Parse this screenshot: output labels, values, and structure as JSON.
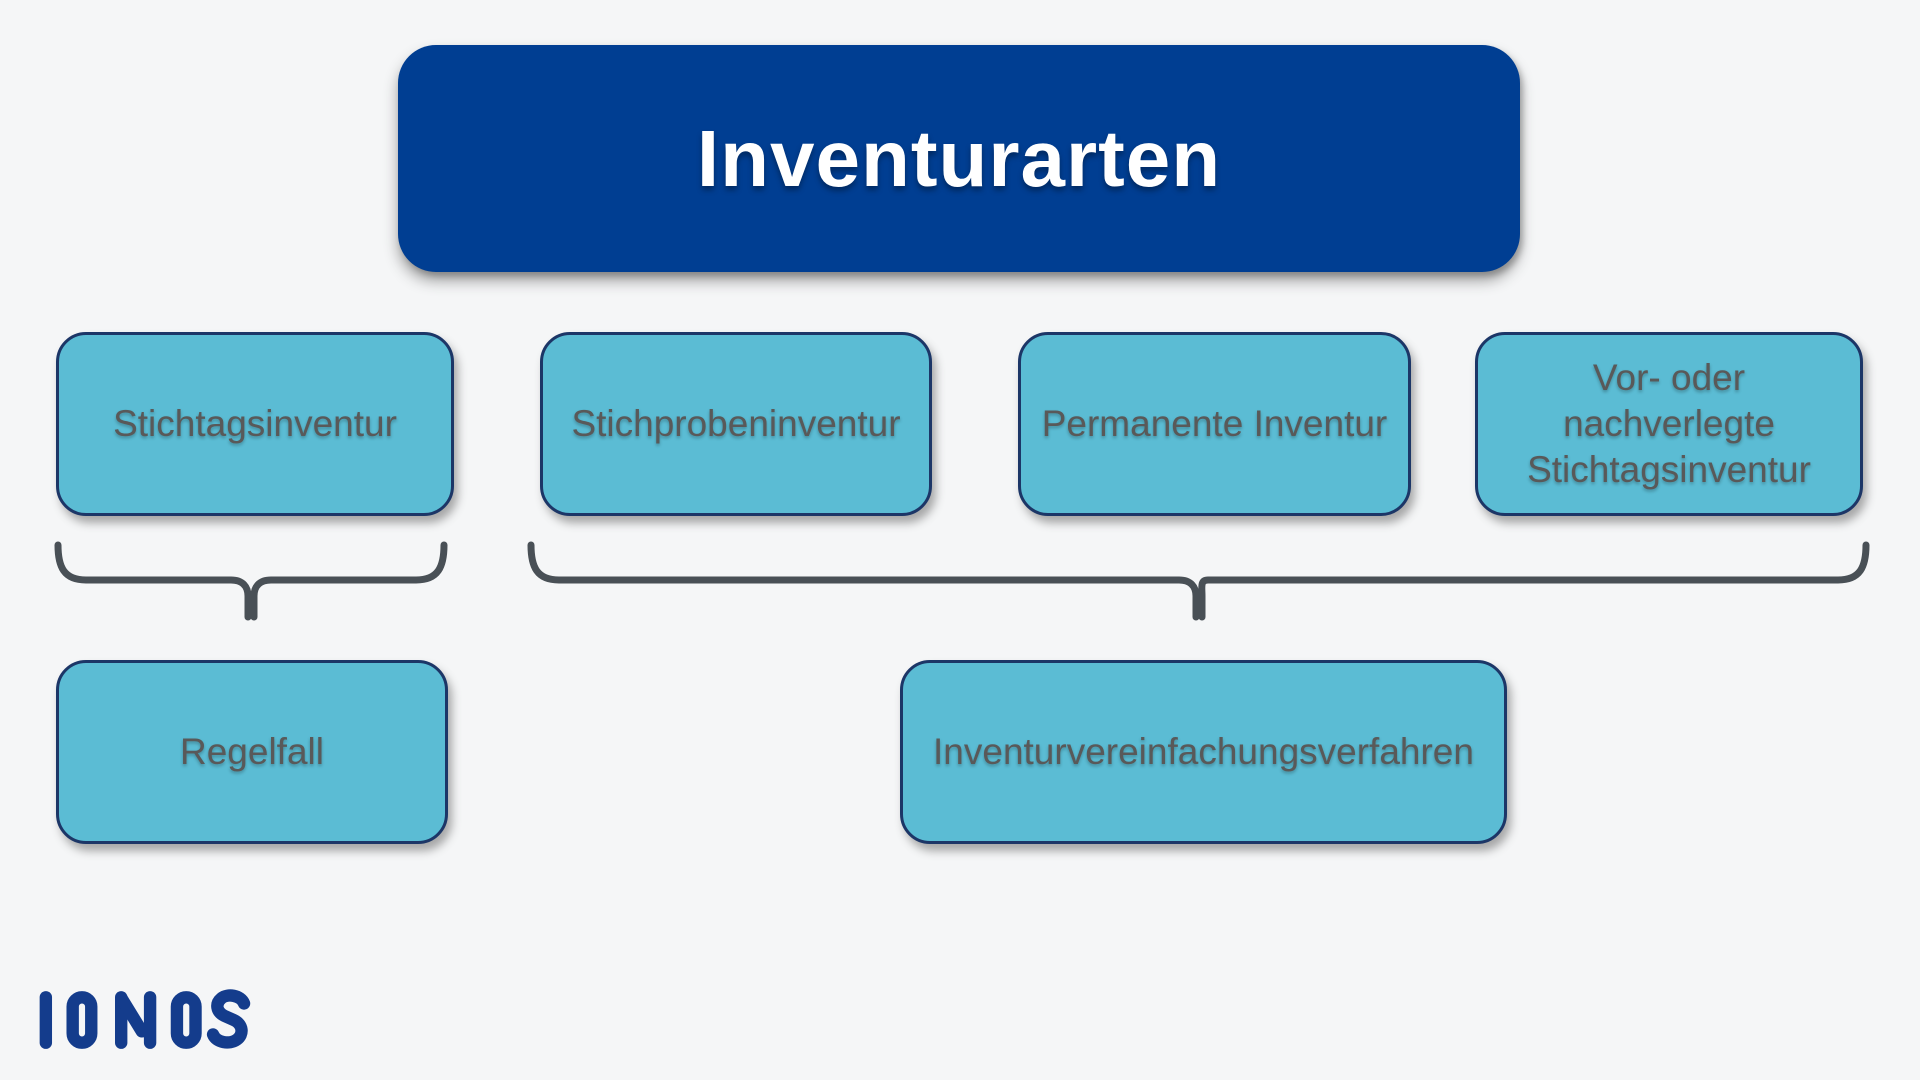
{
  "page": {
    "background_color": "#f5f6f7"
  },
  "diagram": {
    "title": "Inventurarten",
    "title_box_color": "#003e92",
    "title_text_color": "#ffffff",
    "node_fill_color": "#5bbcd4",
    "node_border_color": "#1c3667",
    "node_text_color": "#595959",
    "brace_color": "#495056",
    "top_row": [
      {
        "label": "Stichtagsinventur"
      },
      {
        "label": "Stichprobeninventur"
      },
      {
        "label": "Permanente Inventur"
      },
      {
        "label": "Vor- oder nachverlegte Stichtagsinventur"
      }
    ],
    "bottom_row": [
      {
        "label": "Regelfall"
      },
      {
        "label": "Inventurvereinfachungsverfahren"
      }
    ]
  },
  "footer": {
    "logo_text": "IONOS",
    "logo_color": "#143c8c"
  }
}
